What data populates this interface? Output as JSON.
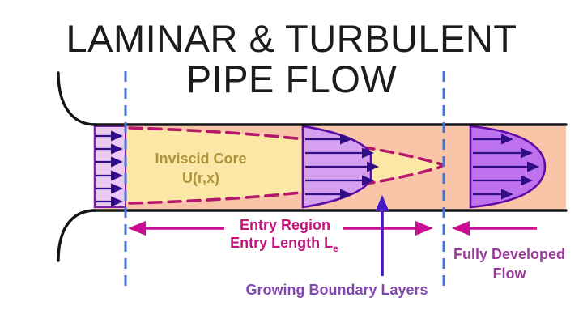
{
  "title": {
    "line1": "LAMINAR & TURBULENT",
    "line2": "PIPE FLOW"
  },
  "labels": {
    "inviscid_core_line1": "Inviscid Core",
    "inviscid_core_line2": "U(r,x)",
    "entry_region": "Entry Region",
    "entry_length_prefix": "Entry Length L",
    "entry_length_subscript": "e",
    "growing_boundary_layers": "Growing Boundary Layers",
    "fully_developed_line1": "Fully Developed",
    "fully_developed_line2": "Flow"
  },
  "colors": {
    "background": "#ffffff",
    "pipe_interior_fill": "#f8c5a9",
    "inviscid_core_fill": "#fbe8a6",
    "inlet_profile_fill": "#eac9f2",
    "mid_profile_fill": "#d4a0ef",
    "developed_profile_fill": "#be72ee",
    "profile_outline": "#5f0ca6",
    "flow_arrow": "#2e0d87",
    "boundary_layer_dashed": "#b5176b",
    "pipe_wall": "#141414",
    "station_dashed_line": "#4673d9",
    "entry_region_arrow": "#ca0d93",
    "growing_boundary_arrow": "#4517c2",
    "title_text": "#1c1c1c",
    "inviscid_core_text": "#b2923d",
    "entry_region_text": "#c2137f",
    "growing_boundary_text": "#8148b0",
    "fully_developed_text": "#9b3a9b"
  }
}
